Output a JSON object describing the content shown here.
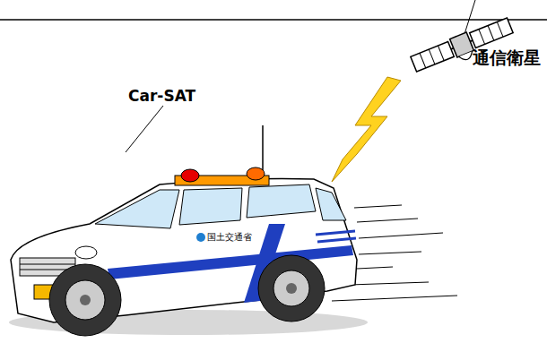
{
  "diagram": {
    "labels": [
      "Car-SAT",
      "通信衛星",
      "国土交通省"
    ]
  }
}
